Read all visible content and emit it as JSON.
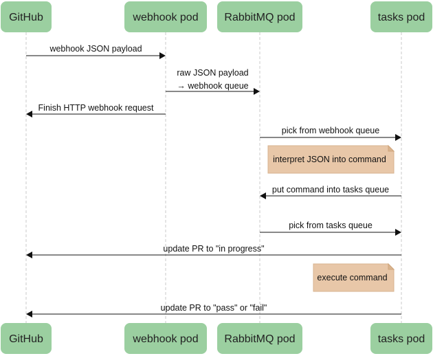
{
  "actors": [
    {
      "id": "github",
      "label": "GitHub"
    },
    {
      "id": "webhook",
      "label": "webhook pod"
    },
    {
      "id": "rabbit",
      "label": "RabbitMQ pod"
    },
    {
      "id": "tasks",
      "label": "tasks pod"
    }
  ],
  "messages": [
    {
      "from": "github",
      "to": "webhook",
      "label": [
        "webhook JSON payload"
      ]
    },
    {
      "from": "webhook",
      "to": "rabbit",
      "label": [
        "raw JSON payload",
        "→ webhook queue"
      ]
    },
    {
      "from": "webhook",
      "to": "github",
      "label": [
        "Finish HTTP webhook request"
      ]
    },
    {
      "from": "rabbit",
      "to": "tasks",
      "label": [
        "pick from webhook queue"
      ]
    },
    {
      "from": "tasks",
      "to": "rabbit",
      "label": [
        "put command into tasks queue"
      ]
    },
    {
      "from": "rabbit",
      "to": "tasks",
      "label": [
        "pick from tasks queue"
      ]
    },
    {
      "from": "tasks",
      "to": "github",
      "label": [
        "update PR to \"in progress\""
      ]
    },
    {
      "from": "tasks",
      "to": "github",
      "label": [
        "update PR to \"pass\" or \"fail\""
      ]
    }
  ],
  "notes": [
    {
      "text": "interpret JSON into command",
      "attached_to": "tasks"
    },
    {
      "text": "execute command",
      "attached_to": "tasks"
    }
  ],
  "colors": {
    "actor_fill": "#9bcfa0",
    "note_fill": "#e8c7a8",
    "line": "#111111",
    "lifeline": "#c9c9c9"
  }
}
